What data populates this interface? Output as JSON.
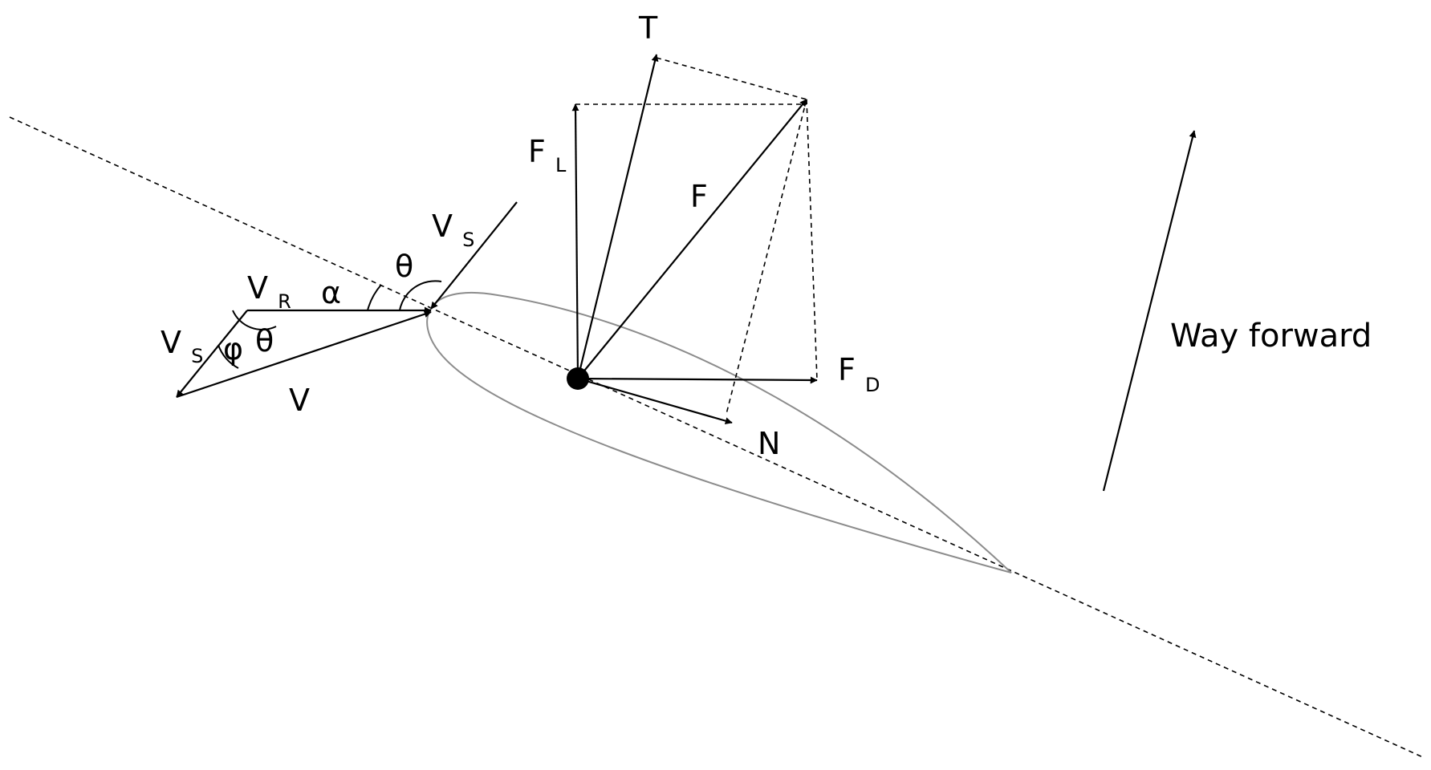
{
  "colors": {
    "line": "#000000",
    "airfoil": "#8c8c8c",
    "background": "#ffffff"
  },
  "labels": {
    "T": "T",
    "FL_main": "F",
    "FL_sub": "L",
    "F": "F",
    "FD_main": "F",
    "FD_sub": "D",
    "N": "N",
    "VS_top_main": "V",
    "VS_top_sub": "S",
    "VR_main": "V",
    "VR_sub": "R",
    "alpha": "α",
    "theta_top": "θ",
    "theta_inner": "θ",
    "phi": "φ",
    "VS_left_main": "V",
    "VS_left_sub": "S",
    "V": "V",
    "way_forward": "Way forward"
  }
}
